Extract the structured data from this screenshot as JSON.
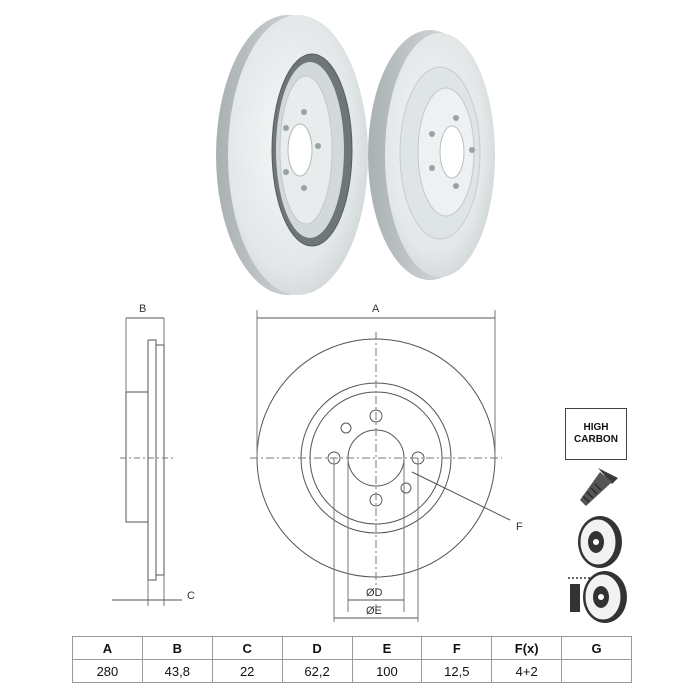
{
  "dimension_labels": {
    "a": "A",
    "b": "B",
    "c": "C",
    "d": "ØD",
    "e": "ØE",
    "f": "F"
  },
  "badge": {
    "line1": "HIGH",
    "line2": "CARBON"
  },
  "icons": [
    "screw-icon",
    "disc-icon",
    "disc-with-sensor-icon"
  ],
  "table": {
    "headers": [
      "A",
      "B",
      "C",
      "D",
      "E",
      "F",
      "F(x)",
      "G"
    ],
    "values": [
      "280",
      "43,8",
      "22",
      "62,2",
      "100",
      "12,5",
      "4+2",
      ""
    ]
  }
}
